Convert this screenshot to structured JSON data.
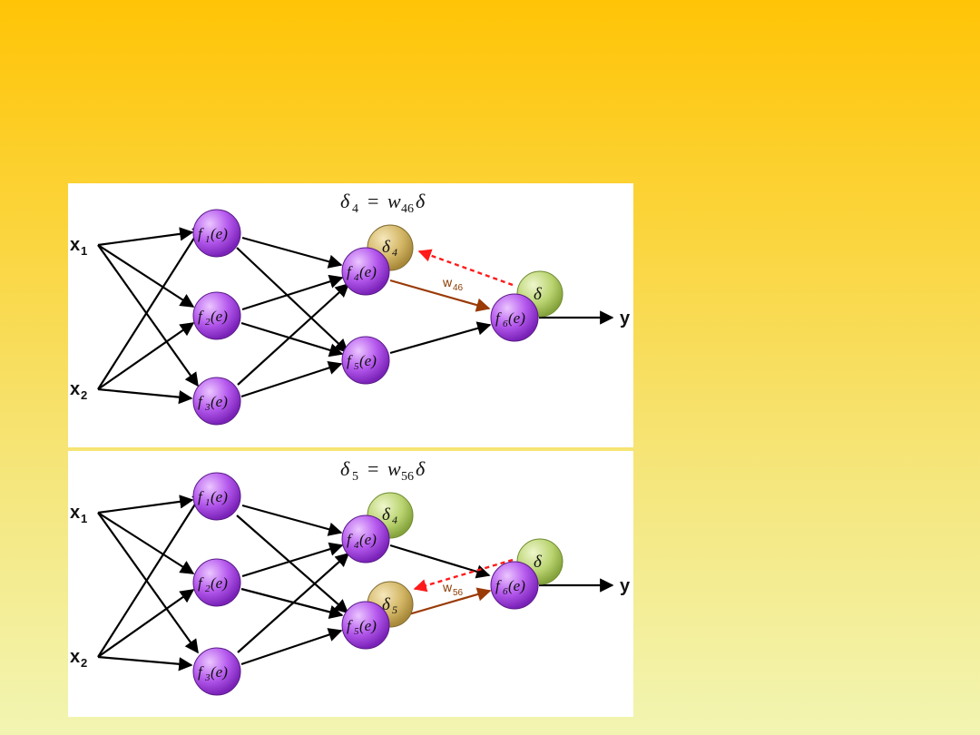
{
  "colors": {
    "node_purple": "#B050E6",
    "delta_tan": "#D6BD6E",
    "delta_green": "#B8D36E",
    "weight_arrow": "#9A3A06",
    "error_arrow": "#FF1A1A",
    "edge": "#000000"
  },
  "panels": [
    {
      "formula": {
        "lhs": "δ",
        "lhs_sub": "4",
        "eq": "=",
        "rhs_var": "w",
        "rhs_sub": "46",
        "rhs_end": "δ"
      },
      "inputs": [
        {
          "label": "x",
          "sub": "1"
        },
        {
          "label": "x",
          "sub": "2"
        }
      ],
      "output": "y",
      "neurons": [
        {
          "prefix": "f",
          "sub": "1",
          "suffix": "(e)"
        },
        {
          "prefix": "f",
          "sub": "2",
          "suffix": "(e)"
        },
        {
          "prefix": "f",
          "sub": "3",
          "suffix": "(e)"
        },
        {
          "prefix": "f",
          "sub": "4",
          "suffix": "(e)"
        },
        {
          "prefix": "f",
          "sub": "5",
          "suffix": "(e)"
        },
        {
          "prefix": "f",
          "sub": "6",
          "suffix": "(e)"
        }
      ],
      "deltas": [
        {
          "label": "δ",
          "sub": "4",
          "color": "tan"
        },
        {
          "label": "δ",
          "sub": "",
          "color": "green"
        }
      ],
      "weight": {
        "label": "w",
        "sub": "46"
      }
    },
    {
      "formula": {
        "lhs": "δ",
        "lhs_sub": "5",
        "eq": "=",
        "rhs_var": "w",
        "rhs_sub": "56",
        "rhs_end": "δ"
      },
      "inputs": [
        {
          "label": "x",
          "sub": "1"
        },
        {
          "label": "x",
          "sub": "2"
        }
      ],
      "output": "y",
      "neurons": [
        {
          "prefix": "f",
          "sub": "1",
          "suffix": "(e)"
        },
        {
          "prefix": "f",
          "sub": "2",
          "suffix": "(e)"
        },
        {
          "prefix": "f",
          "sub": "3",
          "suffix": "(e)"
        },
        {
          "prefix": "f",
          "sub": "4",
          "suffix": "(e)"
        },
        {
          "prefix": "f",
          "sub": "5",
          "suffix": "(e)"
        },
        {
          "prefix": "f",
          "sub": "6",
          "suffix": "(e)"
        }
      ],
      "deltas": [
        {
          "label": "δ",
          "sub": "4",
          "color": "green"
        },
        {
          "label": "δ",
          "sub": "5",
          "color": "tan"
        },
        {
          "label": "δ",
          "sub": "",
          "color": "green"
        }
      ],
      "weight": {
        "label": "w",
        "sub": "56"
      }
    }
  ]
}
